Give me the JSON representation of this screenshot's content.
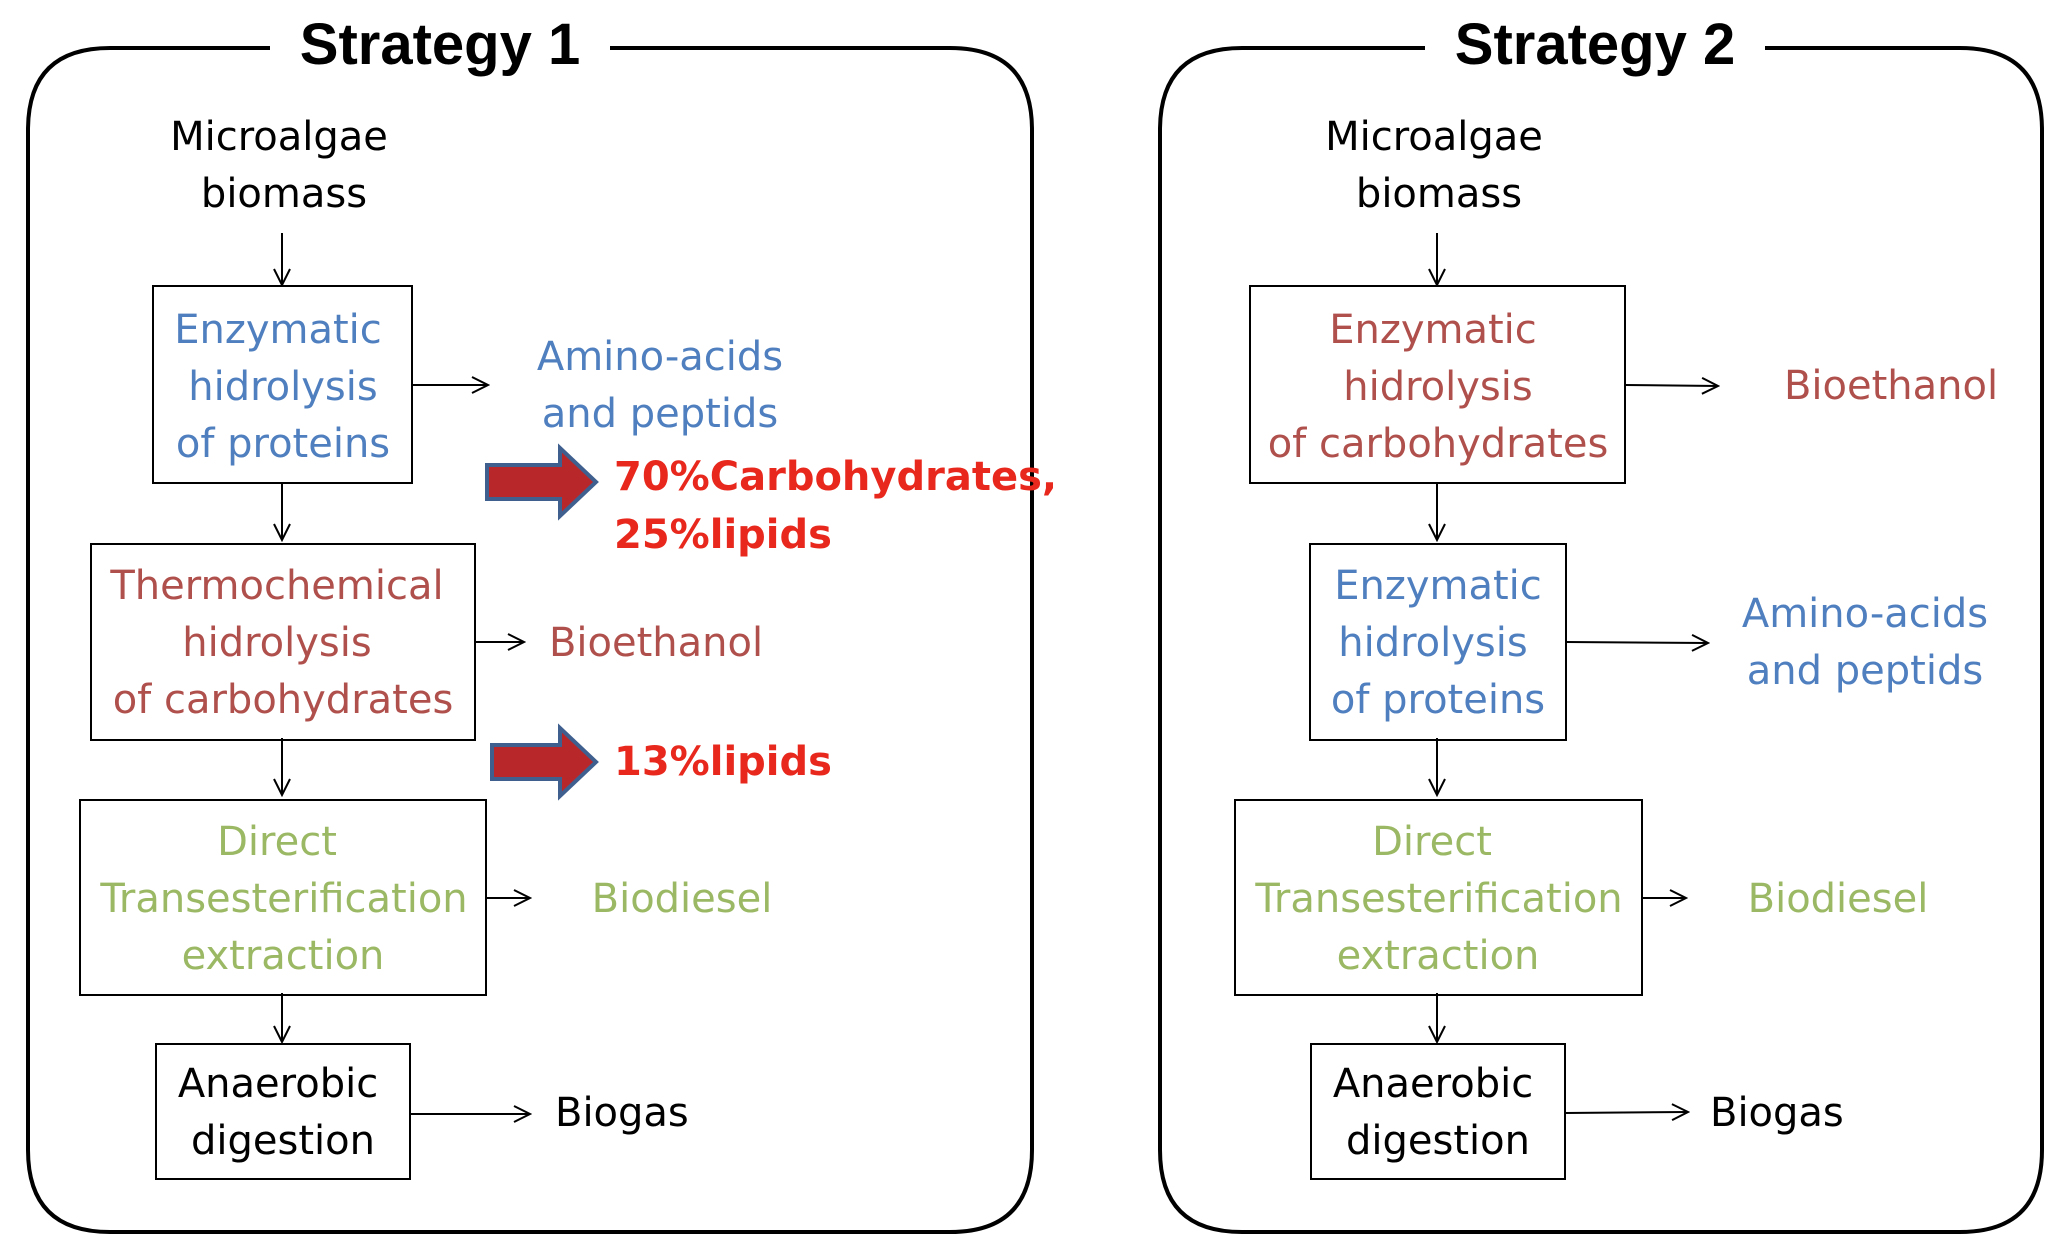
{
  "colors": {
    "black": "#000000",
    "blue": "#4f7fbf",
    "brownred": "#b0504c",
    "green": "#9bb965",
    "red": "#e8281d",
    "arrow_fill": "#b8282a",
    "arrow_stroke": "#3f5f8f"
  },
  "strategy1": {
    "title": "Strategy 1",
    "input": [
      "Microalgae",
      "biomass"
    ],
    "steps": [
      {
        "lines": [
          "Enzymatic",
          "hidrolysis",
          "of proteins"
        ],
        "color": "blue",
        "output": [
          "Amino-acids",
          "and peptids"
        ],
        "output_color": "blue"
      },
      {
        "lines": [
          "Thermochemical",
          "hidrolysis",
          "of carbohydrates"
        ],
        "color": "brownred",
        "output": [
          "Bioethanol"
        ],
        "output_color": "brownred"
      },
      {
        "lines": [
          "Direct",
          "Transesterification",
          "extraction"
        ],
        "color": "green",
        "output": [
          "Biodiesel"
        ],
        "output_color": "green"
      },
      {
        "lines": [
          "Anaerobic",
          "digestion"
        ],
        "color": "black",
        "output": [
          "Biogas"
        ],
        "output_color": "black"
      }
    ],
    "notes": [
      {
        "lines": [
          "70%Carbohydrates,",
          "25%lipids"
        ]
      },
      {
        "lines": [
          "13%lipids"
        ]
      }
    ]
  },
  "strategy2": {
    "title": "Strategy 2",
    "input": [
      "Microalgae",
      "biomass"
    ],
    "steps": [
      {
        "lines": [
          "Enzymatic",
          "hidrolysis",
          "of carbohydrates"
        ],
        "color": "brownred",
        "output": [
          "Bioethanol"
        ],
        "output_color": "brownred"
      },
      {
        "lines": [
          "Enzymatic",
          "hidrolysis",
          "of proteins"
        ],
        "color": "blue",
        "output": [
          "Amino-acids",
          "and peptids"
        ],
        "output_color": "blue"
      },
      {
        "lines": [
          "Direct",
          "Transesterification",
          "extraction"
        ],
        "color": "green",
        "output": [
          "Biodiesel"
        ],
        "output_color": "green"
      },
      {
        "lines": [
          "Anaerobic",
          "digestion"
        ],
        "color": "black",
        "output": [
          "Biogas"
        ],
        "output_color": "black"
      }
    ]
  }
}
